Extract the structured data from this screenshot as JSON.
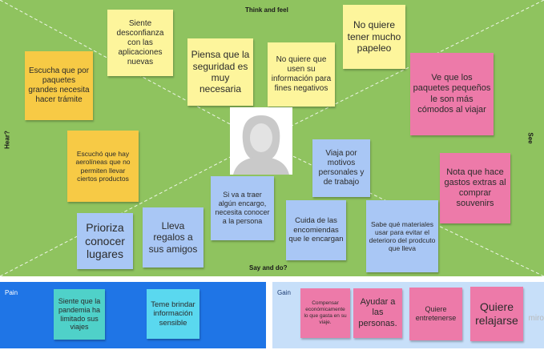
{
  "board": {
    "label_top": "Think and feel",
    "label_bottom": "Say and do?",
    "label_left": "Hear?",
    "label_right": "See"
  },
  "colors": {
    "board": "#8fc35f",
    "yellow": "#fdf59c",
    "orange": "#f7ca45",
    "pink": "#ed7aa9",
    "blue": "#a9c7f5",
    "teal": "#4fd1c9",
    "cyan": "#5ad8ef",
    "pain_panel": "#1f75e6",
    "gain_panel": "#c7dff9"
  },
  "avatar": {
    "icon": "user-silhouette-icon"
  },
  "notes": {
    "siente_desconfianza": "Siente desconfianza con las aplicaciones nuevas",
    "piensa_seguridad": "Piensa que la seguridad es muy necesaria",
    "no_quiere_info": "No quiere que usen su información para fines negativos",
    "no_quiere_papeleo": "No quiere tener mucho papeleo",
    "escucha_paquetes": "Escucha que por paquetes grandes necesita hacer trámite",
    "paquetes_pequenos": "Ve que los paquetes pequeños le son más cómodos al viajar",
    "escucho_aerolineas": "Escuchó que hay aerolíneas que no permiten llevar ciertos productos",
    "viaja_motivos": "Viaja por motivos personales y de trabajo",
    "nota_gastos": "Nota que hace gastos extras al comprar souvenirs",
    "si_va_traer": "Si va a traer algún encargo, necesita conocer a la persona",
    "prioriza": "Prioriza conocer lugares",
    "lleva_regalos": "Lleva regalos a sus amigos",
    "cuida_encomiendas": "Cuida de las encomiendas que le encargan",
    "sabe_materiales": "Sabe qué materiales usar para evitar el deterioro del prodcuto que lleva"
  },
  "pain": {
    "title": "Pain",
    "notes": [
      "Siente que la pandemia ha limitado sus viajes",
      "Teme brindar información sensible"
    ]
  },
  "gain": {
    "title": "Gain",
    "notes": [
      "Compensar económicamente lo que gasta en su viaje.",
      "Ayudar a las personas.",
      "Quiere entretenerse",
      "Quiere relajarse"
    ]
  },
  "watermark": "miro"
}
